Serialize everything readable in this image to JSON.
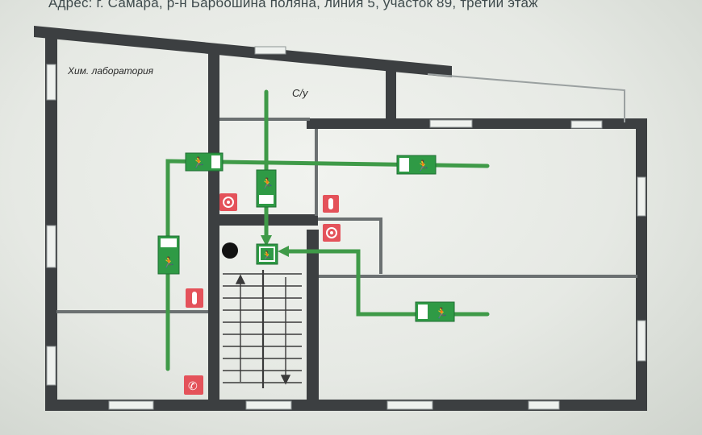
{
  "header": {
    "address_line": "Адрес: г. Самара, р-н Барбошина поляна, линия 5, участок 89, третий этаж"
  },
  "rooms": {
    "chem_lab": "Хим. лаборатория",
    "wc": "С/у"
  },
  "icons": {
    "exit_sign": "emergency-exit-sign-icon",
    "fire_alarm": "fire-alarm-icon",
    "extinguisher": "fire-extinguisher-icon",
    "phone": "emergency-phone-icon"
  },
  "colors": {
    "wall": "#3c3f41",
    "route": "#3f9a48",
    "sign_green": "#2f9a45",
    "sign_red": "#e4525a",
    "window": "#eef1ee"
  }
}
